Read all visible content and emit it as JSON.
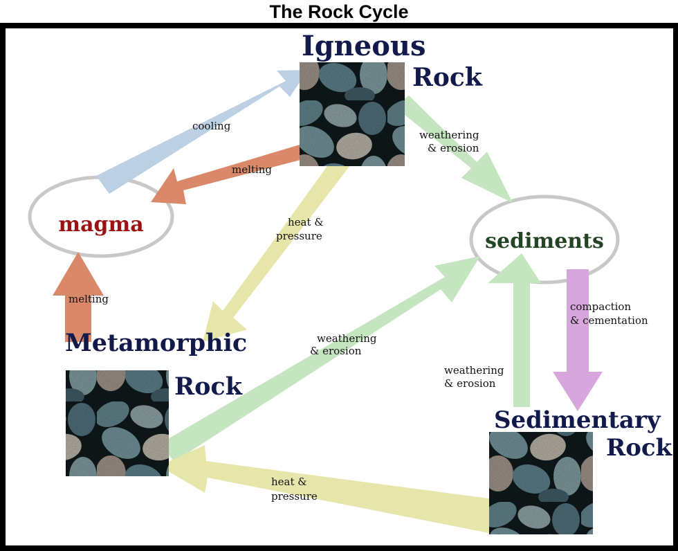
{
  "title": "The Rock Cycle",
  "colors": {
    "cooling_arrow": "#bccfe3",
    "melting_arrow": "#d9896a",
    "heat_pressure_arrow": "#e6e6ab",
    "weathering_arrow": "#c4e5bf",
    "compaction_arrow": "#d6a6dc",
    "ellipse_stroke": "#c8c8c8",
    "magma_text": "#9b1212",
    "sediments_text": "#244425",
    "rock_text": "#111a4a"
  },
  "rocks": {
    "igneous": {
      "line1": "Igneous",
      "line2": "Rock"
    },
    "metamorphic": {
      "line1": "Metamorphic",
      "line2": "Rock"
    },
    "sedimentary": {
      "line1": "Sedimentary",
      "line2": "Rock"
    }
  },
  "nodes": {
    "magma": "magma",
    "sediments": "sediments"
  },
  "processes": {
    "cooling": "cooling",
    "melting_igneous": "melting",
    "melting_metamorphic": "melting",
    "heat_pressure_igneous": {
      "line1": "heat &",
      "line2": "pressure"
    },
    "heat_pressure_sedimentary": {
      "line1": "heat &",
      "line2": "pressure"
    },
    "weathering_igneous": {
      "line1": "weathering",
      "line2": "& erosion"
    },
    "weathering_metamorphic": {
      "line1": "weathering",
      "line2": "& erosion"
    },
    "weathering_sedimentary": {
      "line1": "weathering",
      "line2": "& erosion"
    },
    "compaction": {
      "line1": "compaction",
      "line2": "& cementation"
    }
  }
}
